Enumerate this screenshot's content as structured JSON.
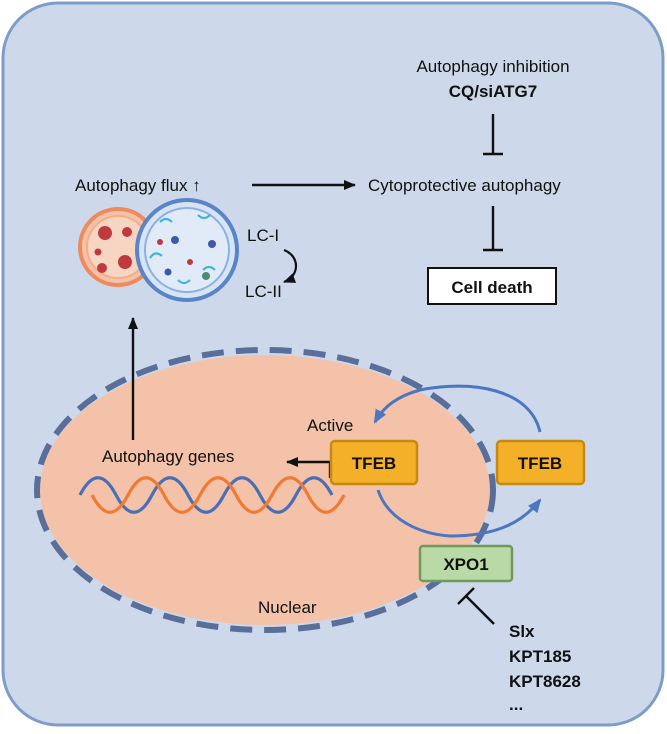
{
  "labels": {
    "autophagy_inhibition": "Autophagy inhibition",
    "inhibitors": "CQ/siATG7",
    "autophagy_flux": "Autophagy flux ↑",
    "cytoprotective_autophagy": "Cytoprotective autophagy",
    "lc1": "LC-I",
    "lc2": "LC-II",
    "cell_death": "Cell death",
    "active": "Active",
    "autophagy_genes": "Autophagy genes",
    "tfeb_nuclear": "TFEB",
    "tfeb_cytoplasm": "TFEB",
    "xpo1": "XPO1",
    "nuclear": "Nuclear",
    "drugs": [
      "Slx",
      "KPT185",
      "KPT8628",
      "..."
    ]
  },
  "colors": {
    "cell_fill": "#cdd9ea",
    "cell_border": "#7d9cc8",
    "nucleus_fill": "#f3c2a8",
    "nucleus_border": "#5a6e9a",
    "tfeb_fill": "#f5b02a",
    "tfeb_border": "#c58a10",
    "xpo1_fill": "#b9d9a6",
    "xpo1_border": "#6f9a5c",
    "dna_blue": "#4a6fb5",
    "dna_orange": "#ee7a36",
    "arrow_blue": "#4a76c2",
    "lysosome_border": "#ee8a5e",
    "autophagosome_border": "#5a84c8"
  }
}
